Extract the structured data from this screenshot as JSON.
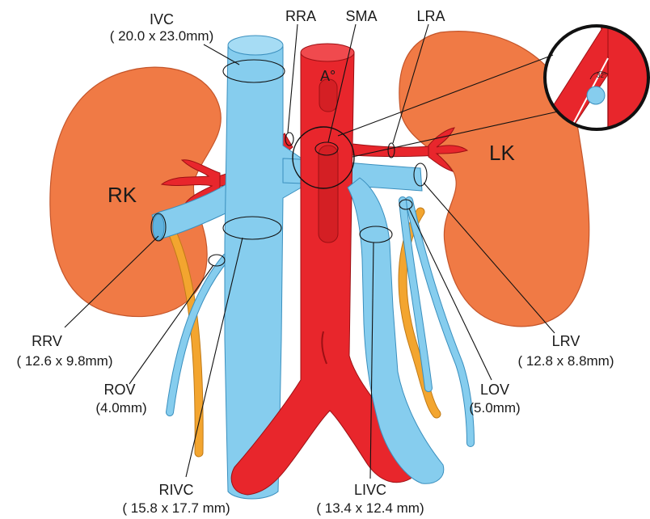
{
  "labels": {
    "ivc": "IVC",
    "ivc_size": "( 20.0 x 23.0mm)",
    "rra": "RRA",
    "sma": "SMA",
    "lra": "LRA",
    "aorta": "A°",
    "rk": "RK",
    "lk": "LK",
    "rrv": "RRV",
    "rrv_size": "( 12.6 x 9.8mm)",
    "rov": "ROV",
    "rov_size": "(4.0mm)",
    "rivc": "RIVC",
    "rivc_size": "( 15.8 x 17.7 mm)",
    "livc": "LIVC",
    "livc_size": "( 13.4 x 12.4 mm)",
    "lov": "LOV",
    "lov_size": "(5.0mm)",
    "lrv": "LRV",
    "lrv_size": "( 12.8 x 8.8mm)",
    "angle": "32°"
  },
  "colors": {
    "vein": "#86cdee",
    "artery": "#e8262c",
    "kidney": "#f07a45",
    "gonadal": "#f3a52f"
  }
}
